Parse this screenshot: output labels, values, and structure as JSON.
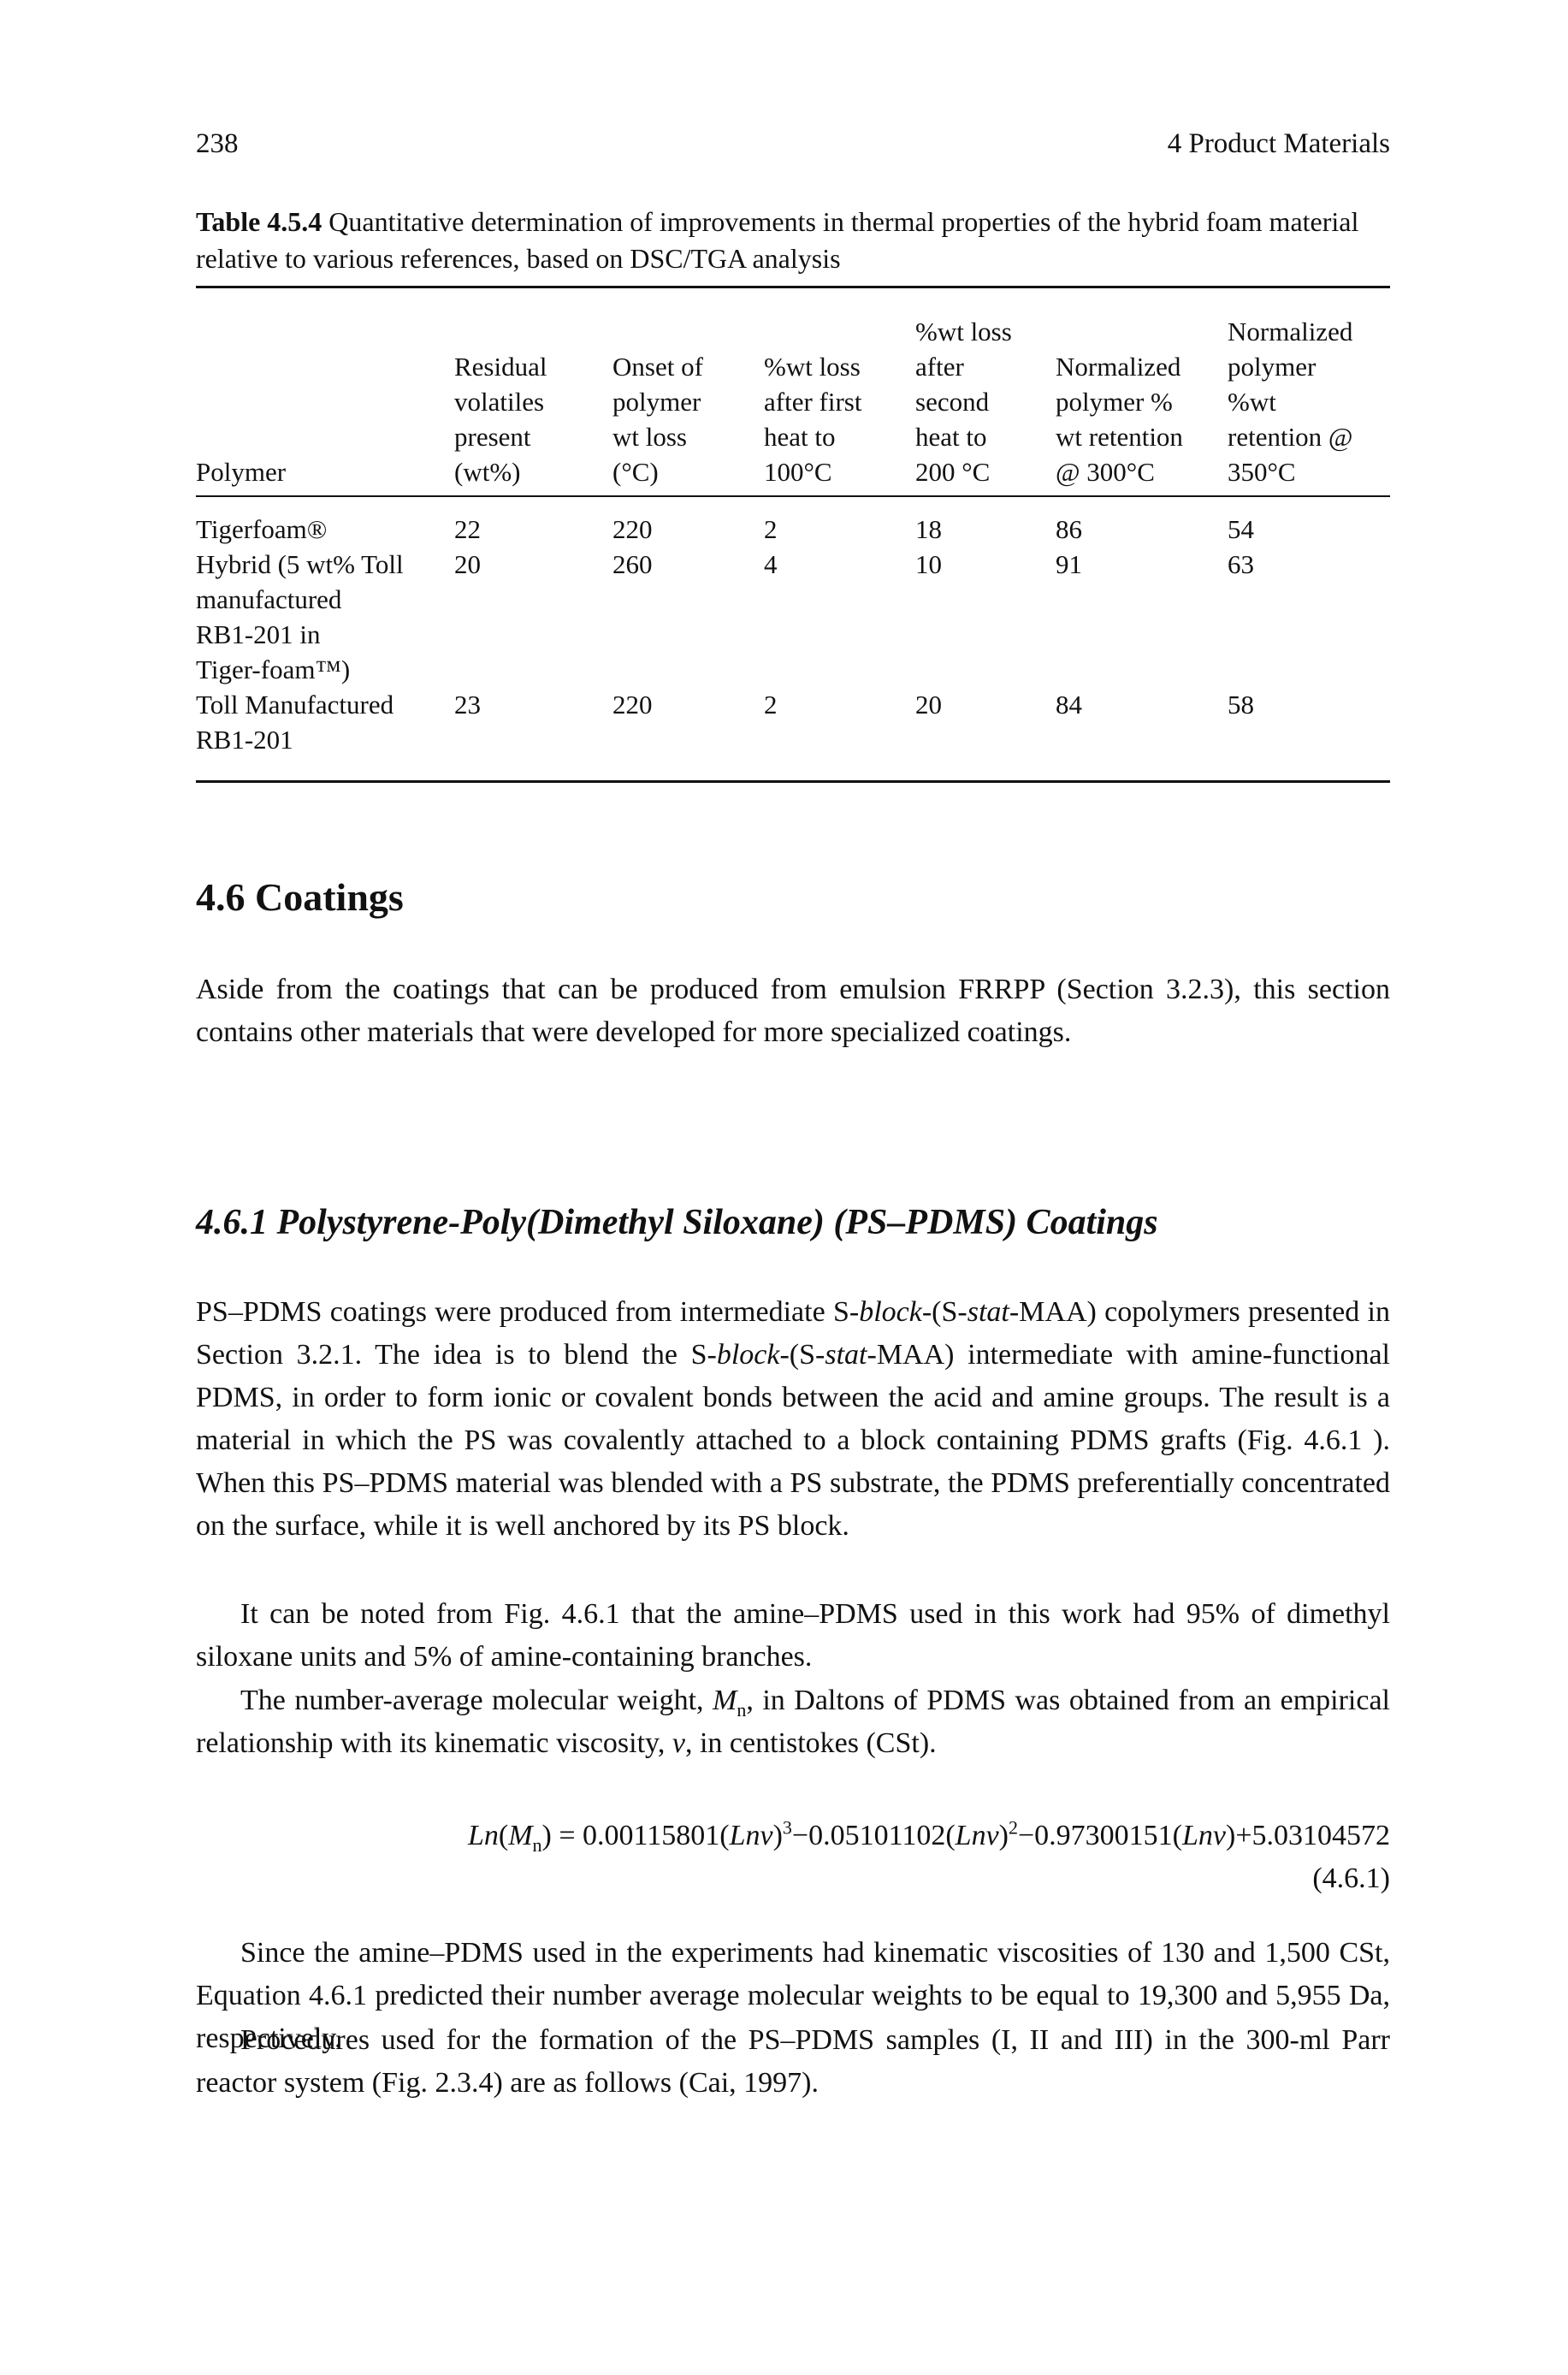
{
  "running_head": {
    "page_number": "238",
    "chapter": "4   Product Materials"
  },
  "table": {
    "caption_label": "Table 4.5.4",
    "caption_text": "Quantitative determination of improvements in thermal properties of the hybrid foam material relative to various references, based on DSC/TGA analysis",
    "headers": [
      "Polymer",
      "Residual\nvolatiles\npresent\n(wt%)",
      "Onset of\npolymer\nwt loss\n(°C)",
      "%wt loss\nafter first\nheat to\n100°C",
      "%wt loss\nafter\nsecond\nheat to\n200 °C",
      "Normalized\npolymer %\nwt retention\n@ 300°C",
      "Normalized\npolymer\n%wt\nretention @\n350°C"
    ],
    "rows": [
      [
        "Tigerfoam®",
        "22",
        "220",
        "2",
        "18",
        "86",
        "54"
      ],
      [
        "Hybrid (5 wt% Toll\n  manufactured\n  RB1-201 in\n  Tiger-foam™)",
        "20",
        "260",
        "4",
        "10",
        "91",
        "63"
      ],
      [
        "Toll Manufactured\n  RB1-201",
        "23",
        "220",
        "2",
        "20",
        "84",
        "58"
      ]
    ]
  },
  "section": {
    "title": "4.6  Coatings"
  },
  "subsection": {
    "title": "4.6.1  Polystyrene-Poly(Dimethyl Siloxane) (PS–PDMS) Coatings"
  },
  "paragraphs": {
    "p1": "Aside from the coatings that can be produced from emulsion FRRPP (Section 3.2.3), this section contains other materials that were developed for more specialized coatings.",
    "p2_a": "PS–PDMS coatings were produced from intermediate S-",
    "p2_b": "block",
    "p2_c": "-(S-",
    "p2_d": "stat",
    "p2_e": "-MAA) copolymers presented in Section 3.2.1. The idea is to blend the S-",
    "p2_f": "block",
    "p2_g": "-(S-",
    "p2_h": "stat",
    "p2_i": "-MAA) intermediate with amine-functional PDMS, in order to form ionic or covalent bonds between the acid and amine groups. The result is a material in which the PS was covalently attached to a block containing PDMS grafts (Fig. 4.6.1 ). When this PS–PDMS material was blended with a PS substrate, the PDMS preferentially concentrated on the surface, while it is well anchored by its PS block.",
    "p3": "It can be noted from Fig. 4.6.1 that the amine–PDMS used in this work had 95% of dimethyl siloxane units and 5% of amine-containing branches.",
    "p4_a": "The number-average molecular weight, ",
    "p4_M": "M",
    "p4_n": "n",
    "p4_b": ", in Daltons of PDMS was obtained from an empirical relationship with its kinematic viscosity, ",
    "p4_nu": "ν",
    "p4_c": ", in centistokes (CSt).",
    "p5": "Since the amine–PDMS used in the experiments had kinematic viscosities of 130 and 1,500 CSt, Equation 4.6.1 predicted their number average molecular weights to be equal to 19,300 and 5,955 Da, respectively.",
    "p6": "Procedures used for the formation of the PS–PDMS samples (I, II and III) in the 300-ml Parr reactor system (Fig. 2.3.4) are as follows (Cai, 1997)."
  },
  "equation": {
    "lhs_ln": "Ln",
    "lhs_M": "M",
    "lhs_n": "n",
    "t1": " = 0.00115801(",
    "lnv1": "Lnν",
    "t2": ")",
    "exp3": "3",
    "t3": "−0.05101102(",
    "lnv2": "Lnν",
    "t4": ")",
    "exp2": "2",
    "t5": "−0.97300151(",
    "lnv3": "Lnν",
    "t6": ")+5.03104572",
    "number": "(4.6.1)"
  }
}
